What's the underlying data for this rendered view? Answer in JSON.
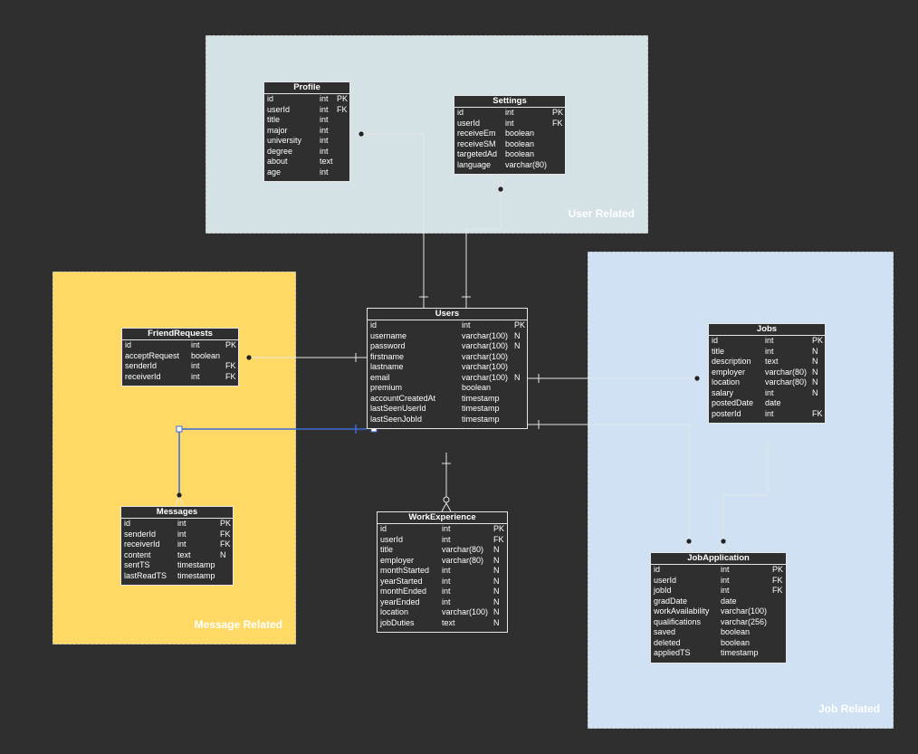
{
  "groups": {
    "user_related": {
      "label": "User Related",
      "color": "#d4e1e5"
    },
    "message_related": {
      "label": "Message Related",
      "color": "#ffd966"
    },
    "job_related": {
      "label": "Job Related",
      "color": "#cfe1f2"
    }
  },
  "entities": {
    "profile": {
      "title": "Profile",
      "rows": [
        {
          "name": "id",
          "type": "int",
          "key": "PK"
        },
        {
          "name": "userId",
          "type": "int",
          "key": "FK"
        },
        {
          "name": "title",
          "type": "int",
          "key": ""
        },
        {
          "name": "major",
          "type": "int",
          "key": ""
        },
        {
          "name": "university",
          "type": "int",
          "key": ""
        },
        {
          "name": "degree",
          "type": "int",
          "key": ""
        },
        {
          "name": "about",
          "type": "text",
          "key": ""
        },
        {
          "name": "age",
          "type": "int",
          "key": ""
        }
      ]
    },
    "settings": {
      "title": "Settings",
      "rows": [
        {
          "name": "id",
          "type": "int",
          "key": "PK"
        },
        {
          "name": "userId",
          "type": "int",
          "key": "FK"
        },
        {
          "name": "receiveEm",
          "type": "boolean",
          "key": ""
        },
        {
          "name": "receiveSM",
          "type": "boolean",
          "key": ""
        },
        {
          "name": "targetedAd",
          "type": "boolean",
          "key": ""
        },
        {
          "name": "language",
          "type": "varchar(80)",
          "key": ""
        }
      ]
    },
    "users": {
      "title": "Users",
      "rows": [
        {
          "name": "id",
          "type": "int",
          "key": "PK"
        },
        {
          "name": "username",
          "type": "varchar(100)",
          "key": "N"
        },
        {
          "name": "password",
          "type": "varchar(100)",
          "key": "N"
        },
        {
          "name": "firstname",
          "type": "varchar(100)",
          "key": ""
        },
        {
          "name": "lastname",
          "type": "varchar(100)",
          "key": ""
        },
        {
          "name": "email",
          "type": "varchar(100)",
          "key": "N"
        },
        {
          "name": "premium",
          "type": "boolean",
          "key": ""
        },
        {
          "name": "accountCreatedAt",
          "type": "timestamp",
          "key": ""
        },
        {
          "name": "lastSeenUserId",
          "type": "timestamp",
          "key": ""
        },
        {
          "name": "lastSeenJobId",
          "type": "timestamp",
          "key": ""
        }
      ]
    },
    "friend_requests": {
      "title": "FriendRequests",
      "rows": [
        {
          "name": "id",
          "type": "int",
          "key": "PK"
        },
        {
          "name": "acceptRequest",
          "type": "boolean",
          "key": ""
        },
        {
          "name": "senderId",
          "type": "int",
          "key": "FK"
        },
        {
          "name": "receiverId",
          "type": "int",
          "key": "FK"
        }
      ]
    },
    "messages": {
      "title": "Messages",
      "rows": [
        {
          "name": "id",
          "type": "int",
          "key": "PK"
        },
        {
          "name": "senderId",
          "type": "int",
          "key": "FK"
        },
        {
          "name": "receiverId",
          "type": "int",
          "key": "FK"
        },
        {
          "name": "content",
          "type": "text",
          "key": "N"
        },
        {
          "name": "sentTS",
          "type": "timestamp",
          "key": ""
        },
        {
          "name": "lastReadTS",
          "type": "timestamp",
          "key": ""
        }
      ]
    },
    "work_experience": {
      "title": "WorkExperience",
      "rows": [
        {
          "name": "id",
          "type": "int",
          "key": "PK"
        },
        {
          "name": "userId",
          "type": "int",
          "key": "FK"
        },
        {
          "name": "title",
          "type": "varchar(80)",
          "key": "N"
        },
        {
          "name": "employer",
          "type": "varchar(80)",
          "key": "N"
        },
        {
          "name": "monthStarted",
          "type": "int",
          "key": "N"
        },
        {
          "name": "yearStarted",
          "type": "int",
          "key": "N"
        },
        {
          "name": "monthEnded",
          "type": "int",
          "key": "N"
        },
        {
          "name": "yearEnded",
          "type": "int",
          "key": "N"
        },
        {
          "name": "location",
          "type": "varchar(100)",
          "key": "N"
        },
        {
          "name": "jobDuties",
          "type": "text",
          "key": "N"
        }
      ]
    },
    "jobs": {
      "title": "Jobs",
      "rows": [
        {
          "name": "id",
          "type": "int",
          "key": "PK"
        },
        {
          "name": "title",
          "type": "int",
          "key": "N"
        },
        {
          "name": "description",
          "type": "text",
          "key": "N"
        },
        {
          "name": "employer",
          "type": "varchar(80)",
          "key": "N"
        },
        {
          "name": "location",
          "type": "varchar(80)",
          "key": "N"
        },
        {
          "name": "salary",
          "type": "int",
          "key": "N"
        },
        {
          "name": "postedDate",
          "type": "date",
          "key": ""
        },
        {
          "name": "posterId",
          "type": "int",
          "key": "FK"
        }
      ]
    },
    "job_application": {
      "title": "JobApplication",
      "rows": [
        {
          "name": "id",
          "type": "int",
          "key": "PK"
        },
        {
          "name": "userId",
          "type": "int",
          "key": "FK"
        },
        {
          "name": "jobId",
          "type": "int",
          "key": "FK"
        },
        {
          "name": "gradDate",
          "type": "date",
          "key": ""
        },
        {
          "name": "workAvailability",
          "type": "varchar(100)",
          "key": ""
        },
        {
          "name": "qualifications",
          "type": "varchar(256)",
          "key": ""
        },
        {
          "name": "saved",
          "type": "boolean",
          "key": ""
        },
        {
          "name": "deleted",
          "type": "boolean",
          "key": ""
        },
        {
          "name": "appliedTS",
          "type": "timestamp",
          "key": ""
        }
      ]
    }
  },
  "colors": {
    "canvas": "#2f2f2f",
    "entity": "#2f2f2f",
    "line": "#e6e6e6",
    "selected": "#3d6ad6"
  }
}
